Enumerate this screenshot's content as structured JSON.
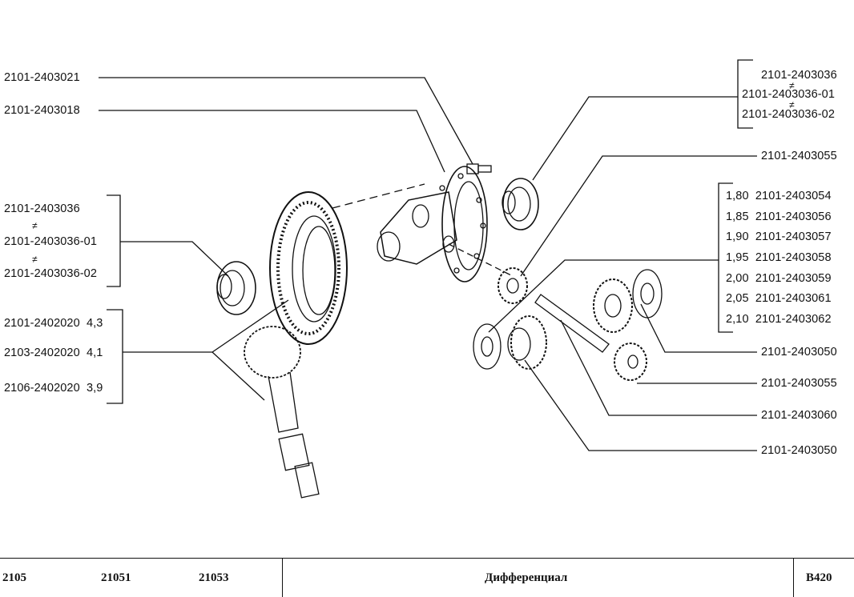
{
  "labels": {
    "pinion_bolt": "2101-2403021",
    "ring_bolt": "2101-2403018",
    "bearing_left": [
      "2101-2403036",
      "2101-2403036-01",
      "2101-2403036-02"
    ],
    "bearing_right": [
      "2101-2403036",
      "2101-2403036-01",
      "2101-2403036-02"
    ],
    "not_equal": "≠",
    "main_gear": [
      {
        "code": "2101-2402020",
        "ratio": "4,3"
      },
      {
        "code": "2103-2402020",
        "ratio": "4,1"
      },
      {
        "code": "2106-2402020",
        "ratio": "3,9"
      }
    ],
    "satellite_top": "2101-2403055",
    "washers": [
      {
        "size": "1,80",
        "code": "2101-2403054"
      },
      {
        "size": "1,85",
        "code": "2101-2403056"
      },
      {
        "size": "1,90",
        "code": "2101-2403057"
      },
      {
        "size": "1,95",
        "code": "2101-2403058"
      },
      {
        "size": "2,00",
        "code": "2101-2403059"
      },
      {
        "size": "2,05",
        "code": "2101-2403061"
      },
      {
        "size": "2,10",
        "code": "2101-2403062"
      }
    ],
    "right_gear_a": "2101-2403050",
    "right_satellite": "2101-2403055",
    "axle": "2101-2403060",
    "right_gear_b": "2101-2403050"
  },
  "footer": {
    "models": [
      "2105",
      "21051",
      "21053"
    ],
    "title": "Дифференциал",
    "code": "В420"
  }
}
